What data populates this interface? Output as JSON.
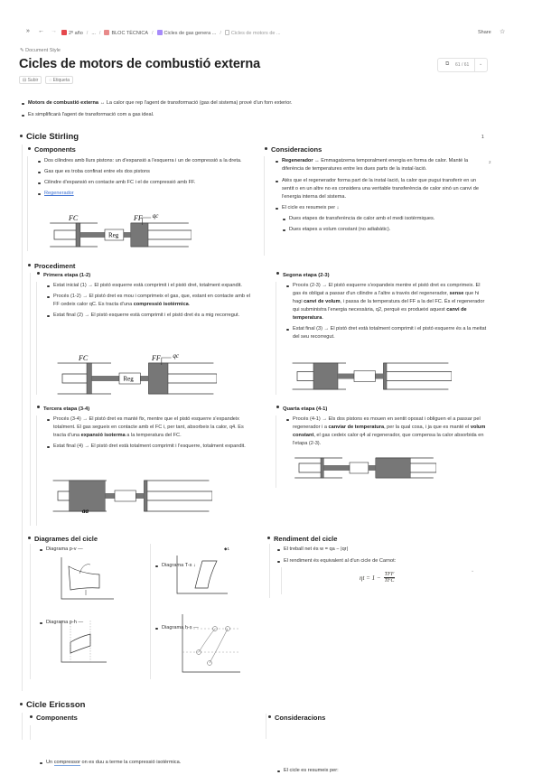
{
  "topbar": {
    "breadcrumbs": [
      "2º año",
      "...",
      "BLOC TÈCNICA",
      "Cicles de gas genera ...",
      "Cicles de motors de ..."
    ],
    "share": "Share",
    "crumb_colors": [
      "#e5484d",
      "#e88a8a",
      "#a78bfa"
    ]
  },
  "doc_style": "Document Style",
  "title": "Cicles de motors de combustió externa",
  "counter": "61 / 61",
  "tags": [
    "Subir",
    "Etiqueta"
  ],
  "intro": {
    "i0_bold": "Motors de combustió externa",
    "i0_rest": " ↔ La calor que rep l'agent de transformació (gas del sistema) prové d'un forn exterior.",
    "i1": "Es simplificarà l'agent de transformació com a gas ideal."
  },
  "stirling": {
    "heading": "Cicle Stirling",
    "page_num": "1",
    "components": {
      "heading": "Components",
      "items": [
        "Dos cilindres amb llurs pistons: un d'expansió a l'esquerra i un de compressió a la dreta.",
        "Gas que es troba confinat entre els dos pistons",
        "Cilindre d'expansió en contacte amb FC i el de compressió amb FF."
      ],
      "link": "Regenerador"
    },
    "fig_labels": {
      "fc": "FC",
      "ff": "FF",
      "qc": "qc",
      "reg": "Reg",
      "qa": "qa"
    },
    "considerations": {
      "heading": "Consideracions",
      "i0_bold": "Regenerador",
      "i0_rest": " ↔ Emmagatzema temporalment energia en forma de calor. Manté la diferència de temperatures entre les dues parts de la instal·lació.",
      "i0_badge": "2",
      "i1": "Atès que el regenerador forma part de la instal·lació, la calor que pugui transferir en un sentit o en un altre no es considera una veritable transferència de calor sinó un canvi de l'energia interna del sistema.",
      "i2": "El cicle es resumeix per ↓",
      "sub": [
        "Dues etapes de transferència de calor amb el medi isotèrmiques.",
        "Dues etapes a volum constant (no adiabàtic)."
      ]
    },
    "procediment": {
      "heading": "Procediment",
      "s1": {
        "heading": "Primera etapa (1-2)",
        "a": "Estat inicial (1) → El pistó esquerre està comprimit i el pistó dret, totalment expandit.",
        "b_pre": "Procés (1-2) → El pistó dret es mou i comprimeix el gas, que, estant en contacte amb el FF cedeix calor qC. Es tracta d'una ",
        "b_bold": "compressió isotèrmica",
        "b_post": ".",
        "c": "Estat final (2) → El pistó esquerre està comprimit i el pistó dret és a mig recorregut."
      },
      "s2": {
        "heading": "Segona etapa (2-3)",
        "a1": "Procés (2-3) → El pistó esquerre s'expandeix mentre el pistó dret es comprimeix. El gas és obligat a passar d'un cilindre a l'altre a través del regenerador, ",
        "a2": "sense",
        "a3": " que hi hagi ",
        "a4": "canvi de volum",
        "a5": ", i passa de la temperatura del FF a la del FC. És el regenerador qui subministra l'energia necessària, q2, perquè es produeixi aquest ",
        "a6": "canvi de temperatura",
        "a7": ".",
        "b": "Estat final (3) → El pistó dret està totalment comprimit i el pistó esquerre és a la meitat del seu recorregut."
      },
      "s3": {
        "heading": "Tercera etapa (3-4)",
        "a1": "Procés (3-4) → El pistó dret es manté fix, mentre que el pistó esquerre s'expandeix totalment. El gas segueix en contacte amb el FC i, per tant, absorbeix la calor, q4. Es tracta d'una ",
        "a2": "expansió isoterma",
        "a3": " a la temperatura del FC.",
        "b": "Estat final (4) → El pistó dret està totalment comprimit i l'esquerre, totalment expandit."
      },
      "s4": {
        "heading": "Quarta etapa (4-1)",
        "a1": "Procés (4-1) → Els dos pistons es mouen en sentit oposat i obliguen el a passar pel regenerador i a ",
        "a2": "canviar de temperatura",
        "a3": ", per la qual cosa, i ja que es manté el ",
        "a4": "volum constant",
        "a5": ", el gas cedeix calor q4 al regenerador, que compensa la calor absorbida en l'etapa (2-3)."
      }
    },
    "diagrames": {
      "heading": "Diagrames del cicle",
      "pv": "Diagrama p-v —",
      "ts": "Diagrama T-s ↓",
      "ts_badge": "1",
      "ph": "Diagrama p-h —",
      "hs": "Diagrama h-s —"
    },
    "rendiment": {
      "heading": "Rendiment del cicle",
      "i0": "El treball net és w = qa − |qr|",
      "i1": "El rendiment és equivalent al d'un cicle de Carnot:",
      "formula_lhs": "ηt = 1 −",
      "formula_num": "TFF",
      "formula_den": "TFC"
    }
  },
  "ericsson": {
    "heading": "Cicle Ericsson",
    "components": {
      "heading": "Components",
      "i0_pre": "Un ",
      "i0_link": "compressor",
      "i0_post": " on es duu a terme la compressió isotèrmica."
    },
    "considerations": {
      "heading": "Consideracions",
      "i0": "El cicle es resumeix per:"
    }
  }
}
